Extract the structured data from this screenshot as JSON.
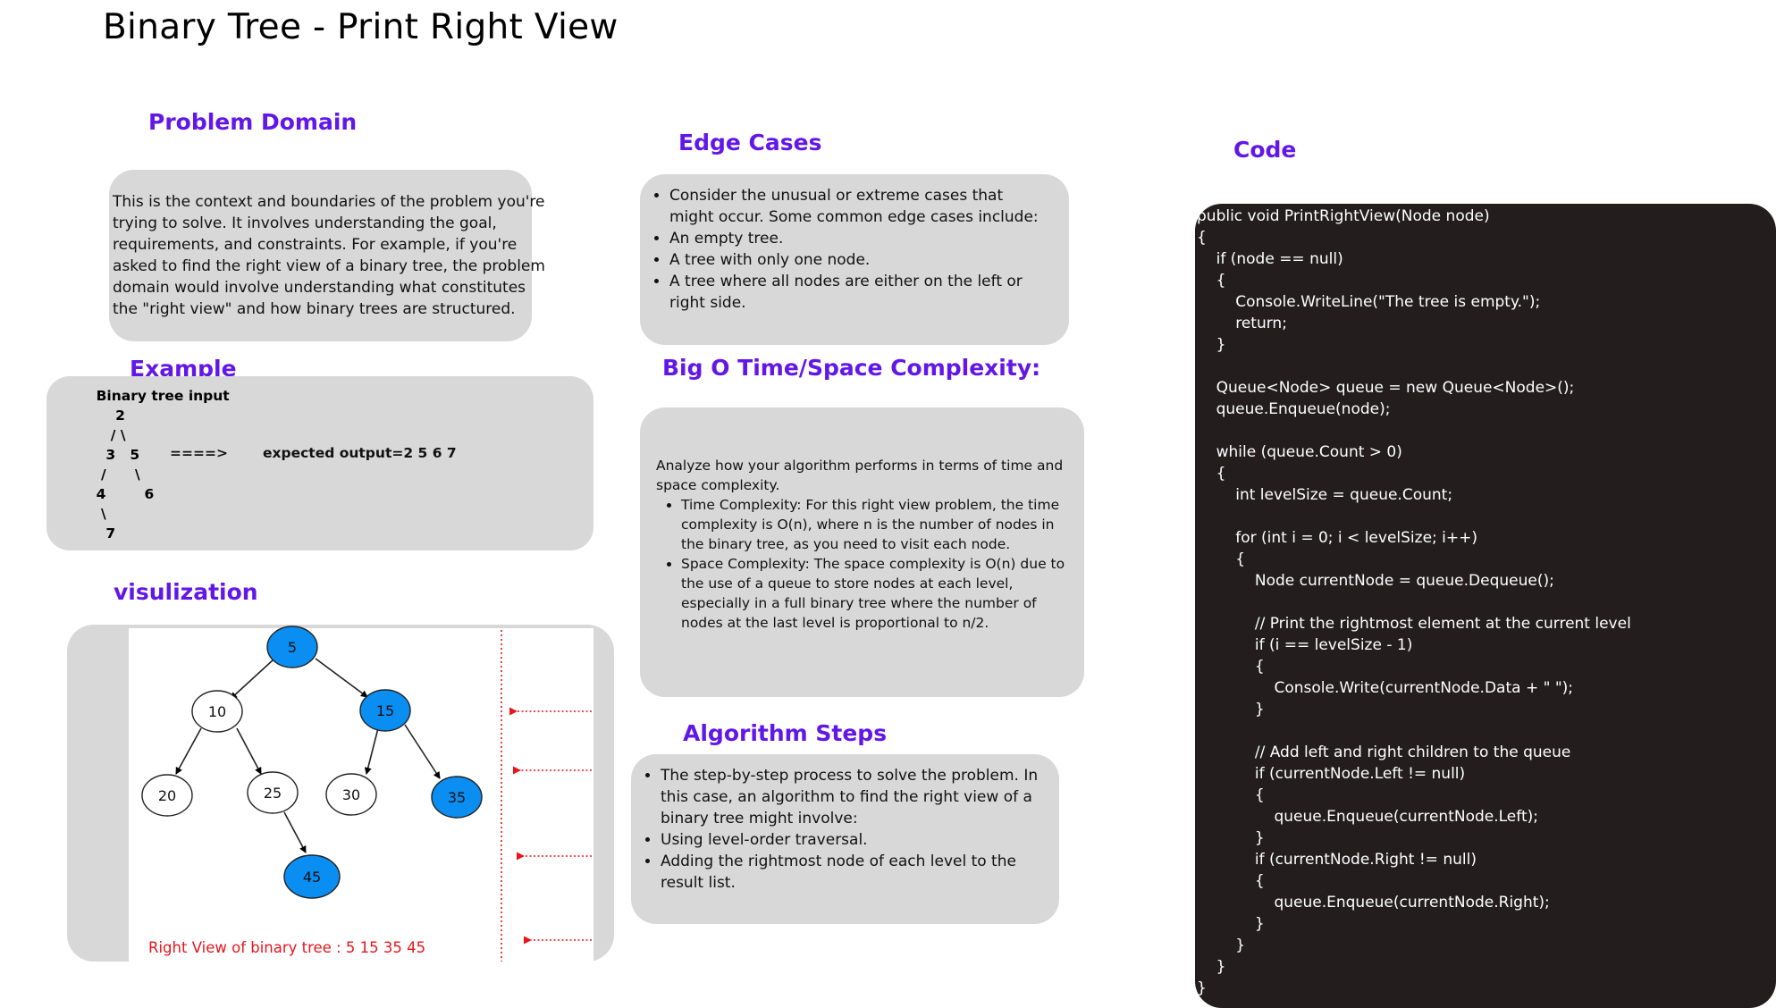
{
  "title": "Binary Tree - Print Right View",
  "problem_domain": {
    "heading": "Problem Domain",
    "lines": [
      "This is the context and boundaries of the problem you're",
      "trying to solve. It involves understanding the goal,",
      "requirements, and constraints. For example, if you're",
      "asked to find the right view of a binary tree, the problem",
      "domain would involve understanding what constitutes",
      "the \"right view\" and how binary trees are structured."
    ]
  },
  "edge_cases": {
    "heading": "Edge Cases",
    "items": [
      "Consider the unusual or extreme cases that might occur. Some common edge cases include:",
      "An empty tree.",
      "A tree with only one node.",
      "A tree where all nodes are either on the left or right side."
    ]
  },
  "code_section": {
    "heading": "Code",
    "code": "public void PrintRightView(Node node)\n{\n    if (node == null)\n    {\n        Console.WriteLine(\"The tree is empty.\");\n        return;\n    }\n\n    Queue<Node> queue = new Queue<Node>();\n    queue.Enqueue(node);\n\n    while (queue.Count > 0)\n    {\n        int levelSize = queue.Count;\n\n        for (int i = 0; i < levelSize; i++)\n        {\n            Node currentNode = queue.Dequeue();\n\n            // Print the rightmost element at the current level\n            if (i == levelSize - 1)\n            {\n                Console.Write(currentNode.Data + \" \");\n            }\n\n            // Add left and right children to the queue\n            if (currentNode.Left != null)\n            {\n                queue.Enqueue(currentNode.Left);\n            }\n            if (currentNode.Right != null)\n            {\n                queue.Enqueue(currentNode.Right);\n            }\n        }\n    }\n}"
  },
  "example": {
    "heading": "Example",
    "tree_text": "    Binary tree input\n        2\n       / \\\n      3   5\n     /      \\\n    4        6\n     \\\n      7",
    "arrow": "====>",
    "output": "expected output=2 5 6 7"
  },
  "big_o": {
    "heading": "Big O Time/Space Complexity:",
    "intro": "Analyze how your algorithm performs in terms of time and space complexity.",
    "items": [
      "Time Complexity: For this right view problem, the time complexity is O(n), where n is the number of nodes in the binary tree, as you need to visit each node.",
      "Space Complexity: The space complexity is O(n) due to the use of a queue to store nodes at each level, especially in a full binary tree where the number of nodes at the last level is proportional to n/2."
    ]
  },
  "visualization": {
    "heading": "visulization",
    "nodes": [
      {
        "label": "5",
        "highlighted": true
      },
      {
        "label": "10",
        "highlighted": false
      },
      {
        "label": "15",
        "highlighted": true
      },
      {
        "label": "20",
        "highlighted": false
      },
      {
        "label": "25",
        "highlighted": false
      },
      {
        "label": "30",
        "highlighted": false
      },
      {
        "label": "35",
        "highlighted": true
      },
      {
        "label": "45",
        "highlighted": true
      }
    ],
    "caption": "Right View of binary tree : 5 15 35 45",
    "highlight_color": "#0a8ef2",
    "arrow_color": "#e8141c"
  },
  "algorithm_steps": {
    "heading": "Algorithm Steps",
    "items": [
      "The step-by-step process to solve the problem. In this case, an algorithm to find the right view of a binary tree might involve:",
      "Using level-order traversal.",
      "Adding the rightmost node of each level to the result list."
    ]
  },
  "colors": {
    "heading": "#6217e8",
    "card": "#d8d8d8",
    "code_bg": "#231d1e"
  }
}
